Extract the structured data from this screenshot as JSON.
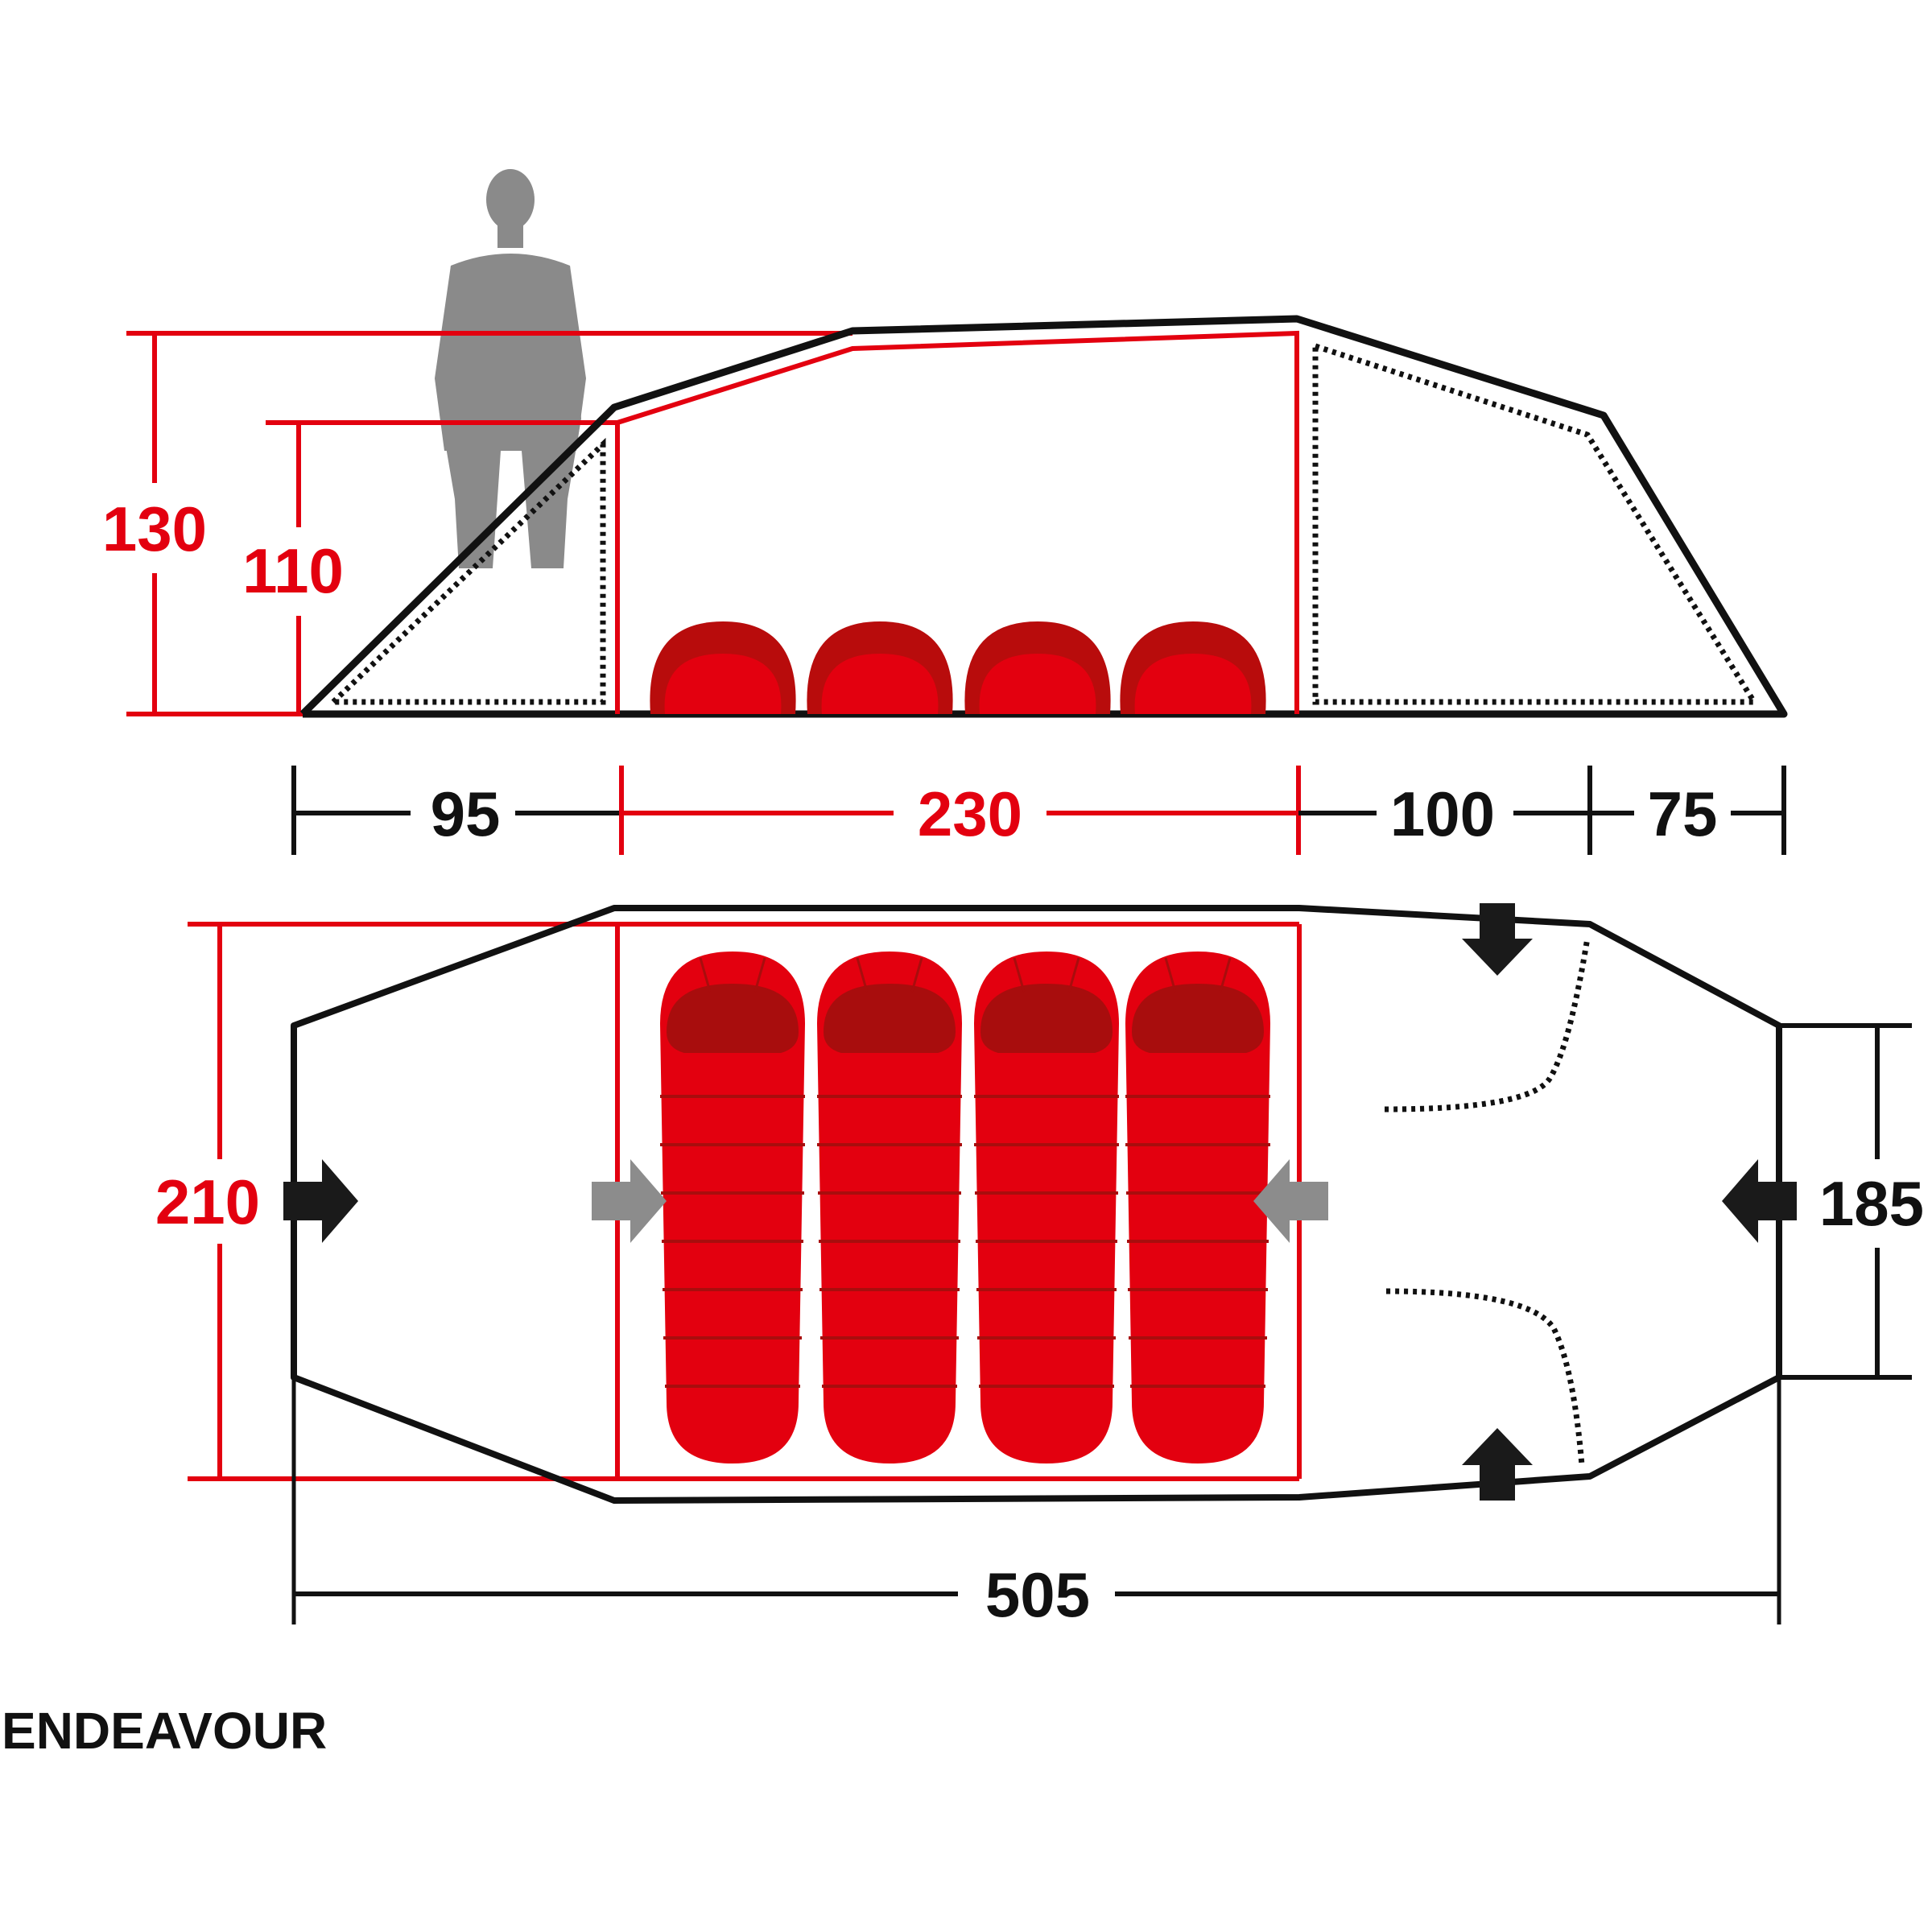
{
  "product": {
    "name": "ENDEAVOUR"
  },
  "colors": {
    "accent_red": "#e3000f",
    "dark_red": "#a80d0d",
    "outline": "#111111",
    "person_grey": "#8a8a8a",
    "arrow_grey": "#8c8c8c"
  },
  "side_view": {
    "heights": {
      "total_height": "130",
      "inner_tent_height": "110"
    },
    "lengths": [
      {
        "id": "front-vestibule",
        "label": "95"
      },
      {
        "id": "inner-tent",
        "label": "230"
      },
      {
        "id": "rear-vestibule",
        "label": "100"
      },
      {
        "id": "rear-end",
        "label": "75"
      }
    ],
    "sleeping_bags_count": 4
  },
  "floor_plan": {
    "width_total": "210",
    "width_rear": "185",
    "length_total": "505",
    "sleeping_bags_count": 4,
    "entrances": [
      {
        "id": "front-door",
        "type": "outer",
        "direction": "right"
      },
      {
        "id": "inner-front-door",
        "type": "inner",
        "direction": "right"
      },
      {
        "id": "inner-rear-door",
        "type": "inner",
        "direction": "left"
      },
      {
        "id": "rear-door",
        "type": "outer",
        "direction": "left"
      },
      {
        "id": "side-door-top",
        "type": "outer",
        "direction": "down"
      },
      {
        "id": "side-door-bottom",
        "type": "outer",
        "direction": "up"
      }
    ]
  }
}
